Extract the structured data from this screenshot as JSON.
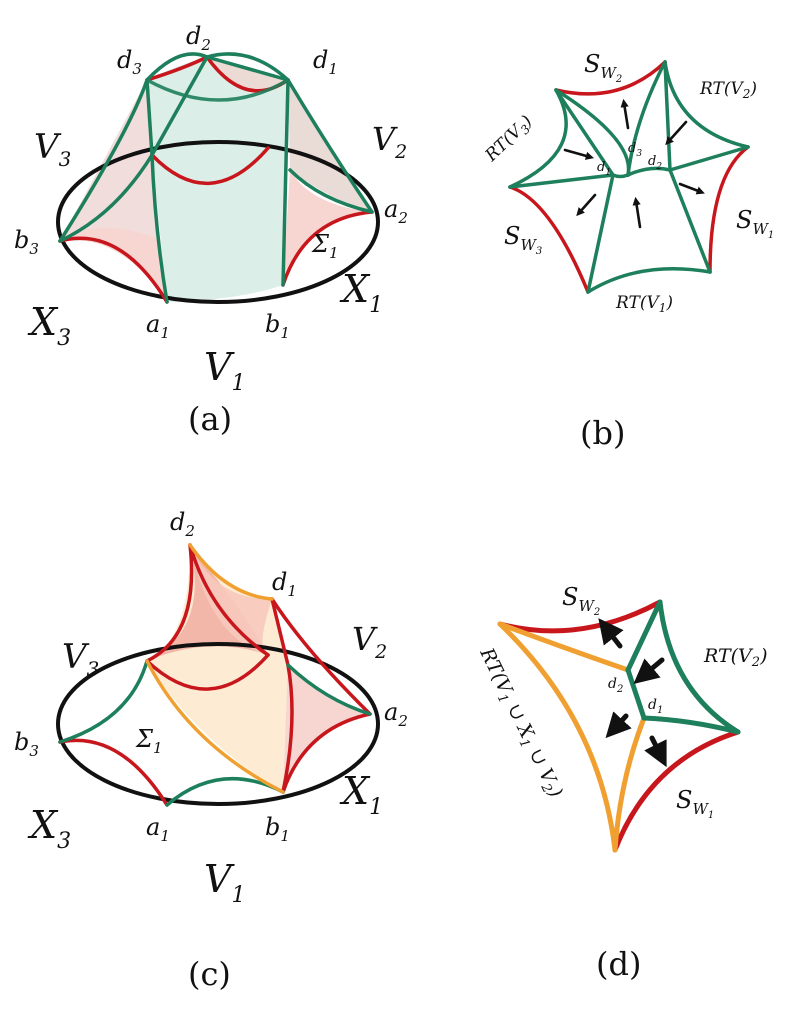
{
  "colors": {
    "green": "#1e7f5c",
    "red": "#c8161d",
    "orange": "#f0a030",
    "black": "#111111",
    "pink_fill": "#f7d6d2",
    "teal_fill": "#d7ece6",
    "cream_fill": "#fdebd3",
    "salmon_fill": "#f2b7a8"
  },
  "panels": {
    "a": {
      "caption": "(a)",
      "labels": {
        "d1": "d",
        "d1_sub": "1",
        "d2": "d",
        "d2_sub": "2",
        "d3": "d",
        "d3_sub": "3",
        "V3": "V",
        "V3_sub": "3",
        "V2": "V",
        "V2_sub": "2",
        "V1": "V",
        "V1_sub": "1",
        "a1": "a",
        "a1_sub": "1",
        "a2": "a",
        "a2_sub": "2",
        "b1": "b",
        "b1_sub": "1",
        "b3": "b",
        "b3_sub": "3",
        "X1": "X",
        "X1_sub": "1",
        "X3": "X",
        "X3_sub": "3",
        "Sigma1": "Σ",
        "Sigma1_sub": "1"
      }
    },
    "b": {
      "caption": "(b)",
      "labels": {
        "SW2": "S",
        "SW2_sub": "W",
        "SW2_subsub": "2",
        "SW3": "S",
        "SW3_sub": "W",
        "SW3_subsub": "3",
        "SW1": "S",
        "SW1_sub": "W",
        "SW1_subsub": "1",
        "RTV2": "RT(V",
        "RTV2_sub": "2",
        "RTV2_end": ")",
        "RTV3": "RT(V",
        "RTV3_sub": "3",
        "RTV3_end": ")",
        "RTV1": "RT(V",
        "RTV1_sub": "1",
        "RTV1_end": ")",
        "d1": "d",
        "d1_sub": "1",
        "d2": "d",
        "d2_sub": "2",
        "d3": "d",
        "d3_sub": "3"
      }
    },
    "c": {
      "caption": "(c)",
      "labels": {
        "d1": "d",
        "d1_sub": "1",
        "d2": "d",
        "d2_sub": "2",
        "V3": "V",
        "V3_sub": "3",
        "V2": "V",
        "V2_sub": "2",
        "V1": "V",
        "V1_sub": "1",
        "a1": "a",
        "a1_sub": "1",
        "a2": "a",
        "a2_sub": "2",
        "b1": "b",
        "b1_sub": "1",
        "b3": "b",
        "b3_sub": "3",
        "X1": "X",
        "X1_sub": "1",
        "X3": "X",
        "X3_sub": "3",
        "Sigma1": "Σ",
        "Sigma1_sub": "1"
      }
    },
    "d": {
      "caption": "(d)",
      "labels": {
        "SW2": "S",
        "SW2_sub": "W",
        "SW2_subsub": "2",
        "SW1": "S",
        "SW1_sub": "W",
        "SW1_subsub": "1",
        "RTV2": "RT(V",
        "RTV2_sub": "2",
        "RTV2_end": ")",
        "d1": "d",
        "d1_sub": "1",
        "d2": "d",
        "d2_sub": "2",
        "RTU": "RT(V",
        "RTU_s1": "1",
        "RTU_cup1": " ∪ X",
        "RTU_s2": "1",
        "RTU_cup2": " ∪ V",
        "RTU_s3": "2",
        "RTU_end": ")"
      }
    }
  }
}
